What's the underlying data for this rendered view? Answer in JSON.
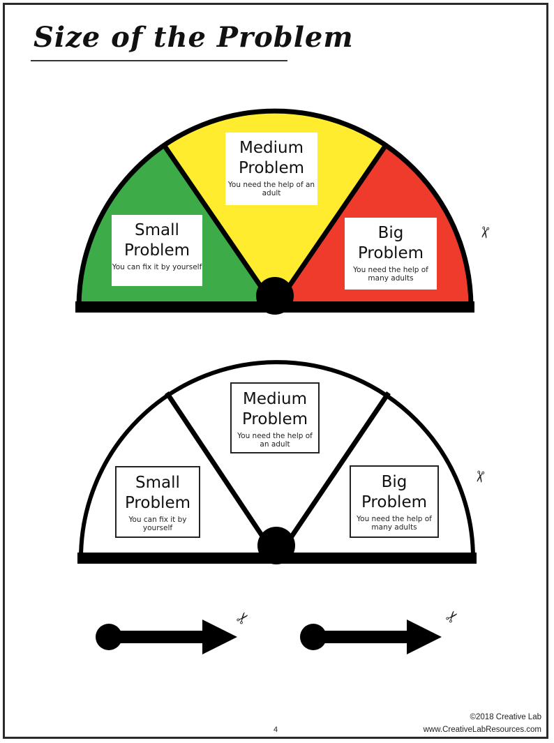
{
  "title": "Size of the Problem",
  "colored_meter": {
    "small": {
      "title": "Small Problem",
      "subtitle": "You can fix it by yourself"
    },
    "medium": {
      "title": "Medium Problem",
      "subtitle": "You need the help of an adult"
    },
    "big": {
      "title": "Big Problem",
      "subtitle": "You need the help of many adults"
    },
    "colors": {
      "small": "#3cab48",
      "medium": "#ffec2e",
      "big": "#ef3b2c"
    }
  },
  "blank_meter": {
    "small": {
      "title": "Small Problem",
      "subtitle": "You can fix it by yourself"
    },
    "medium": {
      "title": "Medium Problem",
      "subtitle": "You need the help of an adult"
    },
    "big": {
      "title": "Big Problem",
      "subtitle": "You need the help of many adults"
    }
  },
  "icons": {
    "scissors": "✂"
  },
  "footer": {
    "copyright": "©2018 Creative Lab",
    "url": "www.CreativeLabResources.com",
    "page_number": "4"
  }
}
